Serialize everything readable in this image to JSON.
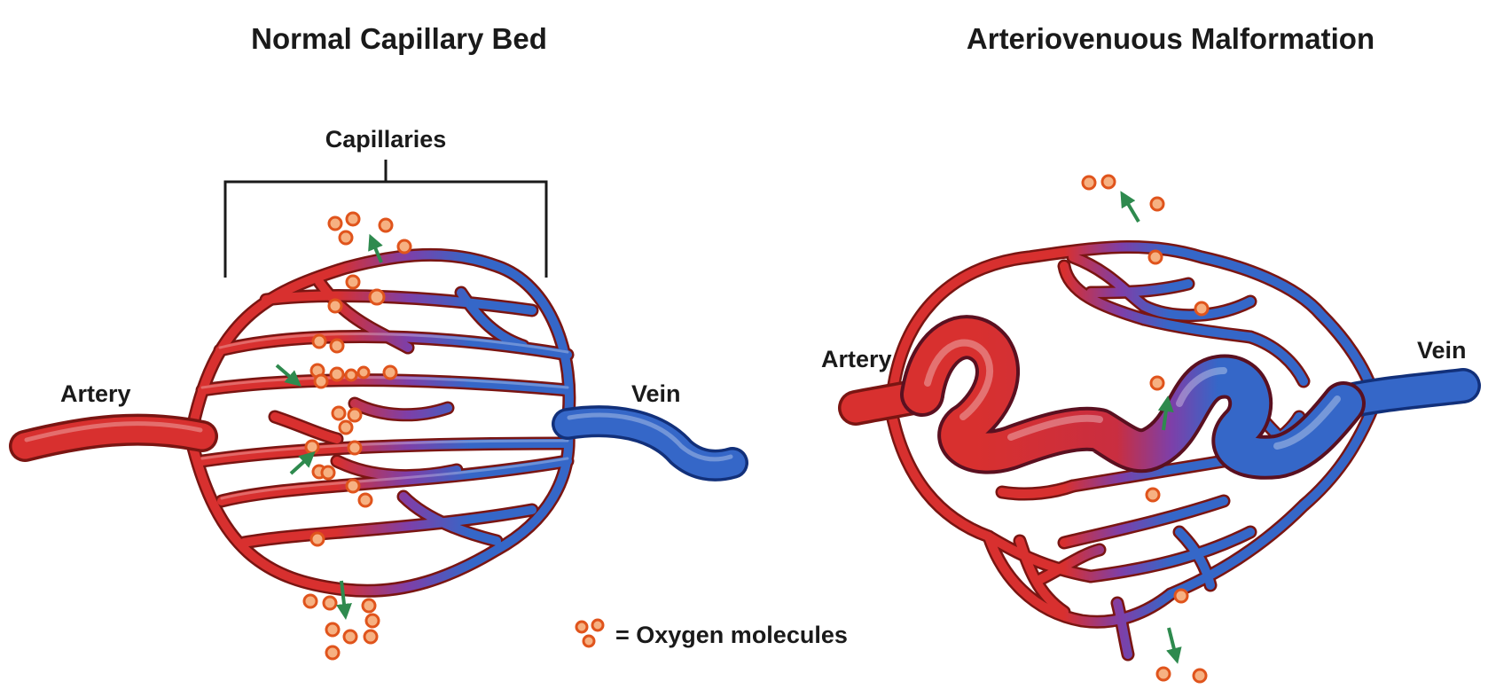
{
  "panels": {
    "normal": {
      "title": "Normal Capillary Bed",
      "bracket_label": "Capillaries",
      "artery_label": "Artery",
      "vein_label": "Vein"
    },
    "avm": {
      "title": "Arteriovenuous Malformation",
      "artery_label": "Artery",
      "vein_label": "Vein"
    }
  },
  "legend": {
    "text": "= Oxygen molecules"
  },
  "colors": {
    "artery": "#d8302f",
    "artery_dark": "#7a1512",
    "vein": "#3567c8",
    "vein_dark": "#12307a",
    "mix": "#7e3fa8",
    "oxygen_fill": "#f6b182",
    "oxygen_stroke": "#e0541c",
    "arrow": "#2e8a4e"
  }
}
